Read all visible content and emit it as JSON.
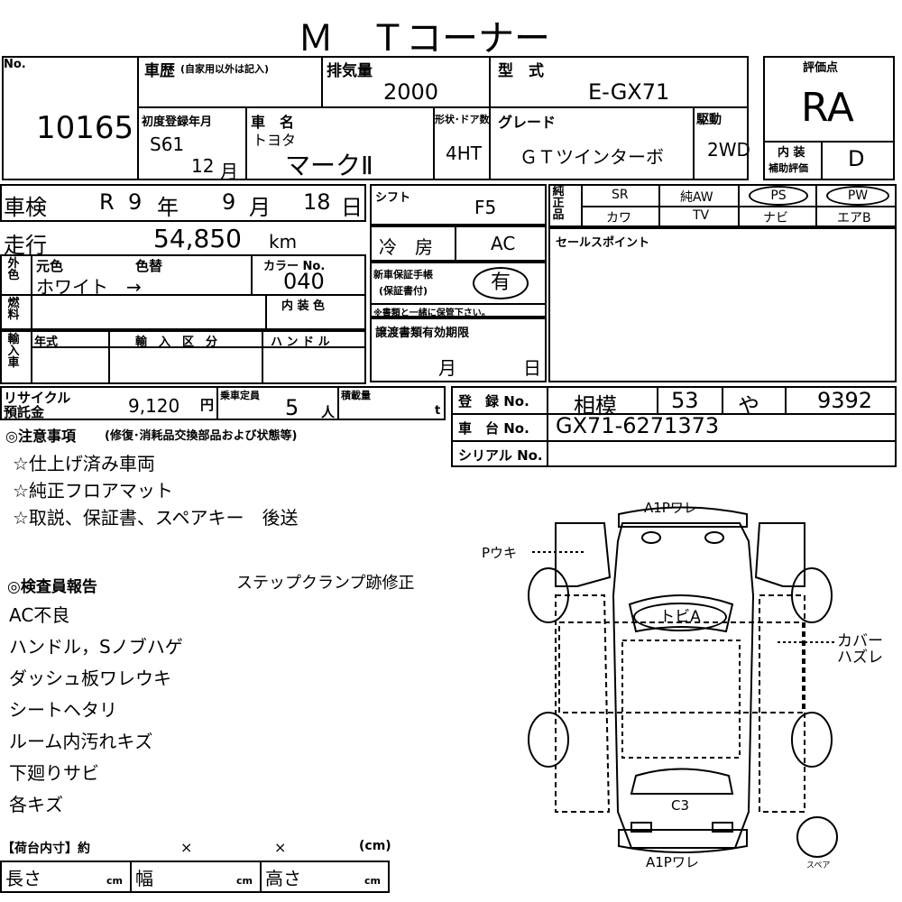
{
  "header": {
    "title": "Ｍ　Ｔコーナー"
  },
  "top": {
    "no_label": "No.",
    "lot_number": "10165",
    "history_label": "車歴",
    "history_note": "(自家用以外は記入)",
    "displacement_label": "排気量",
    "displacement": "2000",
    "model_label": "型　式",
    "model": "E-GX71",
    "first_reg_label": "初度登録年月",
    "first_reg_era": "S61",
    "first_reg_month": "12",
    "month_unit": "月",
    "car_name_label": "車　名",
    "maker": "トヨタ",
    "car_name": "マークⅡ",
    "body_label": "形状･ドア数",
    "body": "4HT",
    "grade_label": "グレード",
    "grade": "ＧＴツインターボ",
    "drive_label": "駆動",
    "drive": "2WD",
    "score_label": "評価点",
    "score": "RA",
    "interior_label1": "内 装",
    "interior_label2": "補助評価",
    "interior": "D"
  },
  "inspection": {
    "shaken_label": "車検",
    "shaken_era": "R",
    "shaken_year": "9",
    "year_unit": "年",
    "shaken_month": "9",
    "month_unit": "月",
    "shaken_day": "18",
    "day_unit": "日",
    "shift_label": "シフト",
    "shift": "F5",
    "equip_label": "純正品",
    "equip_row1": [
      "SR",
      "純AW",
      "PS",
      "PW"
    ],
    "equip_row2": [
      "カワ",
      "TV",
      "ナビ",
      "エアB"
    ]
  },
  "mileage": {
    "label": "走行",
    "value": "54,850",
    "unit": "km",
    "ac_label": "冷　房",
    "ac": "AC",
    "sales_point_label": "セールスポイント"
  },
  "color": {
    "side_label": "外色",
    "orig_label": "元色",
    "change_label": "色替",
    "value": "ホワイト　→",
    "code_label": "カラー No.",
    "code": "040",
    "interior_color_label": "内 装 色",
    "fuel_label": "燃料",
    "warranty_label1": "新車保証手帳",
    "warranty_label2": "(保証書付)",
    "warranty": "有",
    "warranty_note": "※書類と一緒に保管下さい。"
  },
  "import": {
    "side_label": "輸入車",
    "year_label": "年式",
    "class_label": "輸　入　区　分",
    "handle_label": "ハ ン ド ル",
    "transfer_label": "譲渡書類有効期限",
    "month_unit": "月",
    "day_unit": "日"
  },
  "recycle": {
    "label1": "リサイクル",
    "label2": "預託金",
    "value": "9,120",
    "unit": "円",
    "capacity_label": "乗車定員",
    "capacity": "5",
    "capacity_unit": "人",
    "load_label": "積載量",
    "load_unit": "t",
    "reg_label": "登　録 No.",
    "reg_place": "相模",
    "reg_class": "53",
    "reg_kana": "や",
    "reg_number": "9392",
    "chassis_label": "車　台 No.",
    "chassis": "GX71-6271373",
    "serial_label": "シリアル No."
  },
  "notes": {
    "title": "◎注意事項",
    "subtitle": "(修復･消耗品交換部品および状態等)",
    "items": [
      "☆仕上げ済み車両",
      "☆純正フロアマット",
      "☆取説、保証書、スペアキー　後送"
    ]
  },
  "report": {
    "title": "◎検査員報告",
    "repair_note": "ステップクランプ跡修正",
    "items": [
      "AC不良",
      "ハンドル，Sノブハゲ",
      "ダッシュ板ワレウキ",
      "シートヘタリ",
      "ルーム内汚れキズ",
      "下廻りサビ",
      "各キズ"
    ]
  },
  "diagram": {
    "front_label": "A1Pワレ",
    "left_label": "Pウキ",
    "hood_label": "トビA",
    "right_label1": "カバー",
    "right_label2": "ハズレ",
    "rear_label": "C3",
    "bottom_label": "A1Pワレ",
    "spare_label": "スペア"
  },
  "cargo": {
    "title": "【荷台内寸】約",
    "x1": "×",
    "x2": "×",
    "cm": "(cm)",
    "length_label": "長さ",
    "width_label": "幅",
    "height_label": "高さ",
    "cm_unit": "cm"
  }
}
